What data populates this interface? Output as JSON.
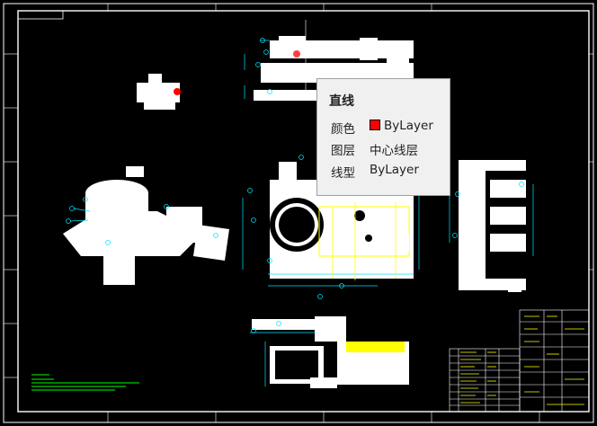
{
  "drawing": {
    "background": "#000000",
    "frame_color": "#ffffff",
    "dimension_color": "#00e5ff",
    "highlight_color": "#ffff00",
    "note_color": "#00ff00",
    "marker_color": "#ff0000"
  },
  "tooltip": {
    "title": "直线",
    "rows": [
      {
        "label": "颜色",
        "value": "ByLayer",
        "swatch": "#ff0000"
      },
      {
        "label": "图层",
        "value": "中心线层"
      },
      {
        "label": "线型",
        "value": "ByLayer"
      }
    ]
  }
}
